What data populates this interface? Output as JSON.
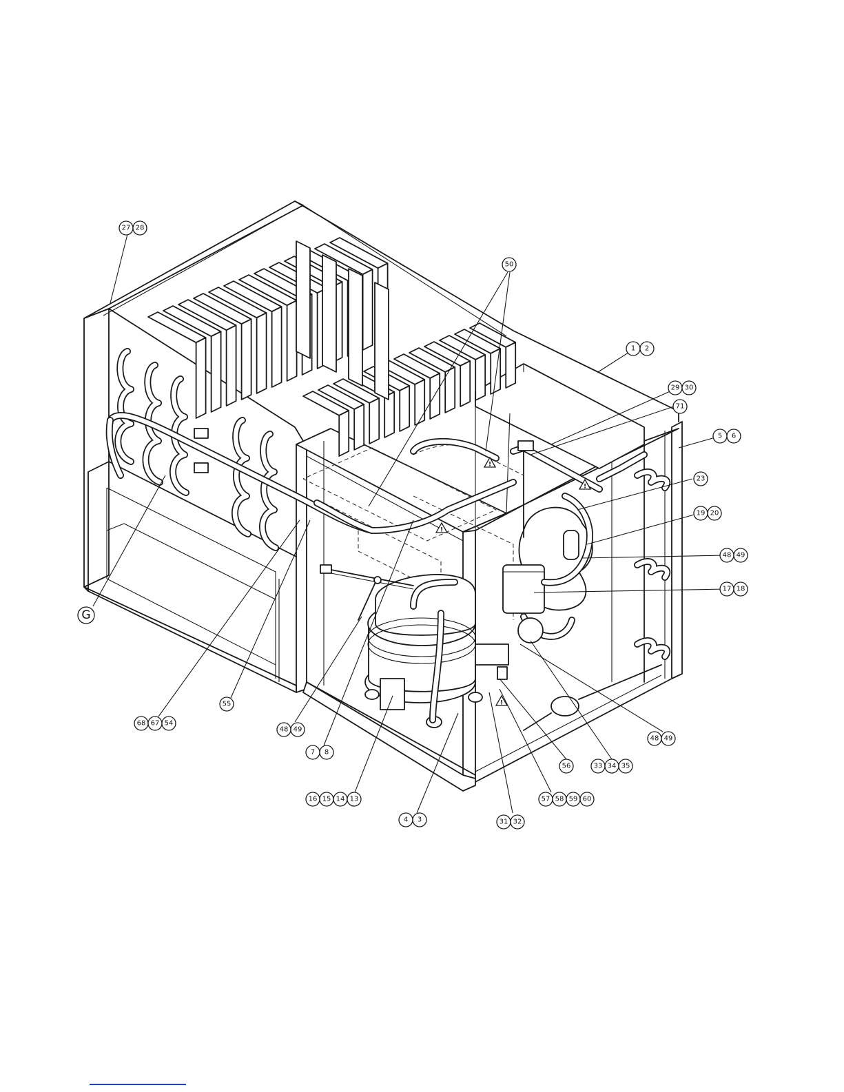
{
  "callouts": [
    {
      "id": "c-27-28",
      "numbers": [
        "27",
        "28"
      ]
    },
    {
      "id": "c-50",
      "numbers": [
        "50"
      ]
    },
    {
      "id": "c-1-2",
      "numbers": [
        "1",
        "2"
      ]
    },
    {
      "id": "c-29-30",
      "numbers": [
        "29",
        "30"
      ]
    },
    {
      "id": "c-71",
      "numbers": [
        "71"
      ]
    },
    {
      "id": "c-5-6",
      "numbers": [
        "5",
        "6"
      ]
    },
    {
      "id": "c-23",
      "numbers": [
        "23"
      ]
    },
    {
      "id": "c-19-20",
      "numbers": [
        "19",
        "20"
      ]
    },
    {
      "id": "c-48-49-a",
      "numbers": [
        "48",
        "49"
      ]
    },
    {
      "id": "c-17-18",
      "numbers": [
        "17",
        "18"
      ]
    },
    {
      "id": "c-g",
      "numbers": [
        "G"
      ]
    },
    {
      "id": "c-68-67-54",
      "numbers": [
        "68",
        "67",
        "54"
      ]
    },
    {
      "id": "c-55",
      "numbers": [
        "55"
      ]
    },
    {
      "id": "c-48-49-b",
      "numbers": [
        "48",
        "49"
      ]
    },
    {
      "id": "c-7-8",
      "numbers": [
        "7",
        "8"
      ]
    },
    {
      "id": "c-16-15-14-13",
      "numbers": [
        "16",
        "15",
        "14",
        "13"
      ]
    },
    {
      "id": "c-4-3",
      "numbers": [
        "4",
        "3"
      ]
    },
    {
      "id": "c-31-32",
      "numbers": [
        "31",
        "32"
      ]
    },
    {
      "id": "c-57-58-59-60",
      "numbers": [
        "57",
        "58",
        "59",
        "60"
      ]
    },
    {
      "id": "c-56",
      "numbers": [
        "56"
      ]
    },
    {
      "id": "c-33-34-35",
      "numbers": [
        "33",
        "34",
        "35"
      ]
    },
    {
      "id": "c-48-49-c",
      "numbers": [
        "48",
        "49"
      ]
    }
  ],
  "warning_symbol": "!",
  "colors": {
    "ink": "#1a1a1a",
    "paper": "#ffffff",
    "footer_link": "#1a3fd6"
  }
}
